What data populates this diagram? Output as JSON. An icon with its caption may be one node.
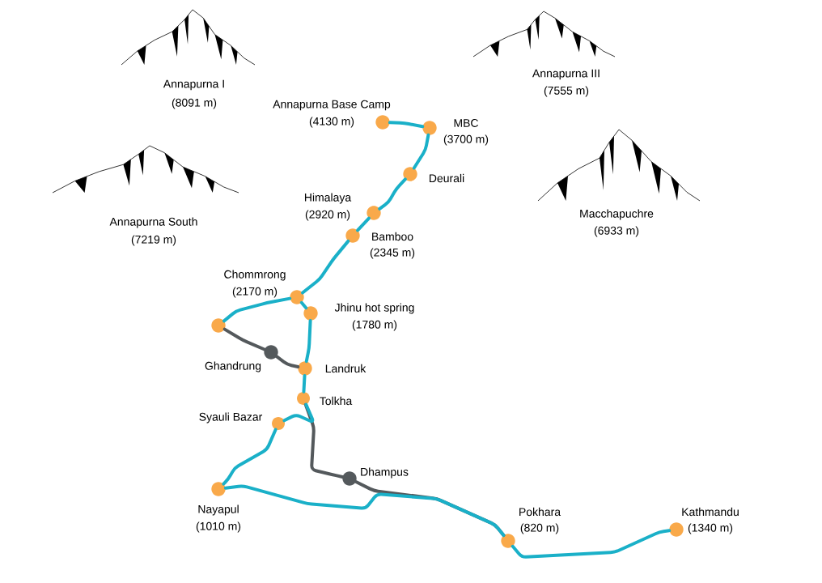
{
  "diagram": {
    "nodes": [
      {
        "text": [],
        "shape": "circle",
        "beside": [
          "Annapurna Base Camp",
          "(4130 m)"
        ]
      },
      {
        "text": [],
        "shape": "circle",
        "beside": [
          "MBC",
          "(3700 m)"
        ]
      },
      {
        "text": [],
        "shape": "circle",
        "beside": [
          "Deurali"
        ]
      },
      {
        "text": [],
        "shape": "circle",
        "beside": [
          "Himalaya",
          "(2920 m)"
        ]
      },
      {
        "text": [],
        "shape": "circle",
        "beside": [
          "Bamboo",
          "(2345 m)"
        ]
      },
      {
        "text": [],
        "shape": "circle",
        "beside": [
          "Chommrong",
          "(2170 m)"
        ]
      },
      {
        "text": [],
        "shape": "circle",
        "beside": [
          "Jhinu hot spring",
          "(1780 m)"
        ]
      },
      {
        "text": [],
        "shape": "circle"
      },
      {
        "text": [],
        "shape": "circle",
        "beside": [
          "Ghandrung"
        ]
      },
      {
        "text": [],
        "shape": "circle",
        "beside": [
          "Landruk"
        ]
      },
      {
        "text": [],
        "shape": "circle",
        "beside": [
          "Tolkha"
        ]
      },
      {
        "text": [],
        "shape": "circle",
        "beside": [
          "Syauli Bazar"
        ]
      },
      {
        "text": [],
        "shape": "circle",
        "beside": [
          "Nayapul",
          "(1010 m)"
        ]
      },
      {
        "text": [],
        "shape": "circle",
        "beside": [
          "Dhampus"
        ]
      },
      {
        "text": [],
        "shape": "circle",
        "beside": [
          "Pokhara",
          "(820 m)"
        ]
      },
      {
        "text": [],
        "shape": "circle",
        "beside": [
          "Kathmandu",
          "(1340 m)"
        ]
      }
    ],
    "edges": [
      {
        "from": 0,
        "to": 1,
        "arrow": "none"
      },
      {
        "from": 1,
        "to": 2,
        "arrow": "none"
      },
      {
        "from": 2,
        "to": 3,
        "arrow": "none"
      },
      {
        "from": 3,
        "to": 4,
        "arrow": "none"
      },
      {
        "from": 4,
        "to": 5,
        "arrow": "none"
      },
      {
        "from": 5,
        "to": 6,
        "arrow": "none"
      },
      {
        "from": 5,
        "to": 7,
        "arrow": "none"
      },
      {
        "from": 7,
        "to": 8,
        "arrow": "none",
        "color": "#54595c"
      },
      {
        "from": 8,
        "to": 9,
        "arrow": "none",
        "color": "#54595c"
      },
      {
        "from": 6,
        "to": 9,
        "arrow": "none"
      },
      {
        "from": 9,
        "to": 10,
        "arrow": "none"
      },
      {
        "from": 10,
        "to": 11,
        "arrow": "none"
      },
      {
        "from": 10,
        "to": 13,
        "arrow": "none",
        "color": "#54595c"
      },
      {
        "from": 11,
        "to": 12,
        "arrow": "none"
      },
      {
        "from": 13,
        "to": 14,
        "arrow": "none",
        "color": "#54595c"
      },
      {
        "from": 12,
        "to": 14,
        "arrow": "none"
      },
      {
        "from": 14,
        "to": 15,
        "arrow": "none"
      }
    ],
    "labels": [
      "Annapurna I",
      "(8091 m)",
      "Annapurna III",
      "(7555 m)",
      "Annapurna South",
      "(7219 m)",
      "Macchapuchre",
      "(6933 m)"
    ]
  }
}
